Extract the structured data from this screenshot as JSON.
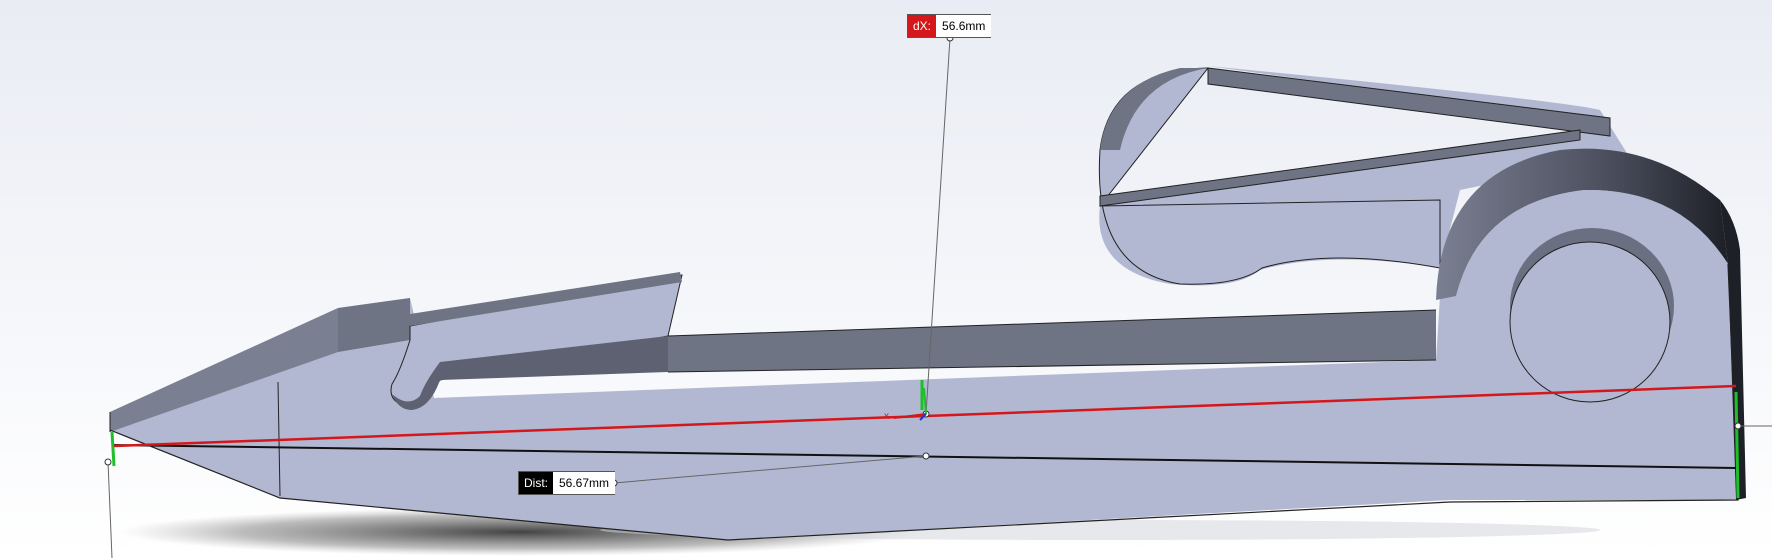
{
  "measure": {
    "dx_label": "dX:",
    "dx_value": "56.6mm",
    "dist_label": "Dist:",
    "dist_value": "56.67mm"
  },
  "colors": {
    "background_top": "#eef0f6",
    "background_bottom": "#ffffff",
    "part_face": "#b2b8d2",
    "part_wall": "#6f7485",
    "measure_line": "#d4171a",
    "dx_badge": "#d4171a",
    "dist_badge": "#000000"
  }
}
